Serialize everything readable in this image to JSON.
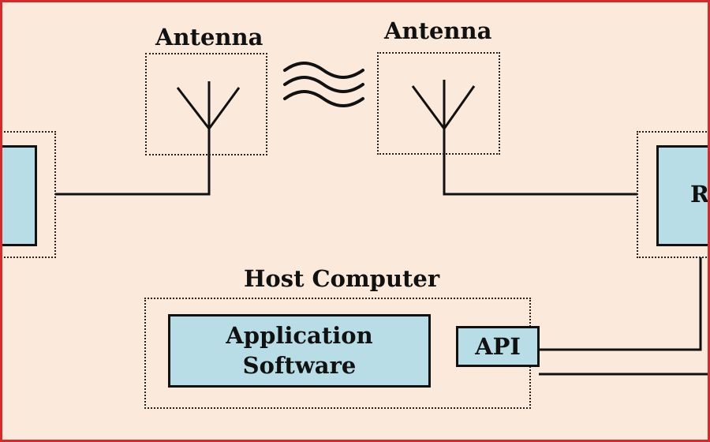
{
  "diagram": {
    "antenna_left_label": "Antenna",
    "antenna_right_label": "Antenna",
    "host_label": "Host Computer",
    "app_software_label": "Application\nSoftware",
    "api_label": "API",
    "reader_label": "Re",
    "colors": {
      "background": "#fbe9dc",
      "frame_border": "#d22b2b",
      "box_fill": "#b9dde6",
      "line": "#111111"
    }
  }
}
